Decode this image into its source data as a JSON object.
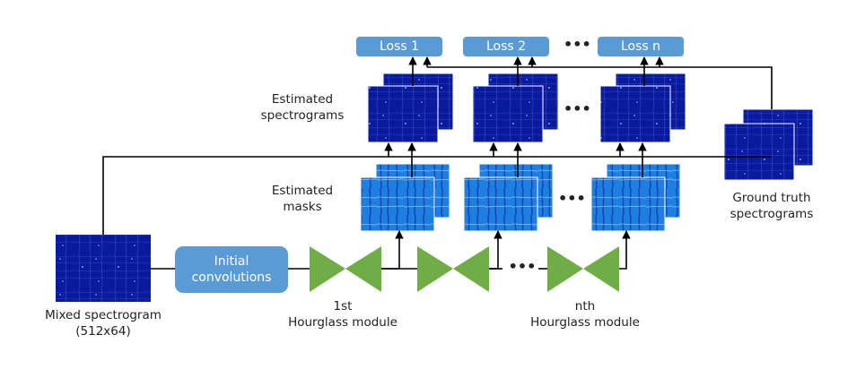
{
  "losses": [
    "Loss 1",
    "Loss 2",
    "Loss n"
  ],
  "labels": {
    "estimated_spectrograms": [
      "Estimated",
      "spectrograms"
    ],
    "estimated_masks": [
      "Estimated",
      "masks"
    ],
    "ground_truth": [
      "Ground truth",
      "spectrograms"
    ],
    "mixed": [
      "Mixed spectrogram",
      "(512x64)"
    ],
    "initial_convolutions": [
      "Initial",
      "convolutions"
    ],
    "hourglass_1": [
      "1st",
      "Hourglass module"
    ],
    "hourglass_n": [
      "nth",
      "Hourglass module"
    ]
  },
  "ellipsis": "•••",
  "colors": {
    "loss_box": "#5b9bd5",
    "hourglass": "#70ad47",
    "spectrogram_bg": "#0a1a9c",
    "mask_bg": "#1e7fe0",
    "line": "#000000"
  }
}
